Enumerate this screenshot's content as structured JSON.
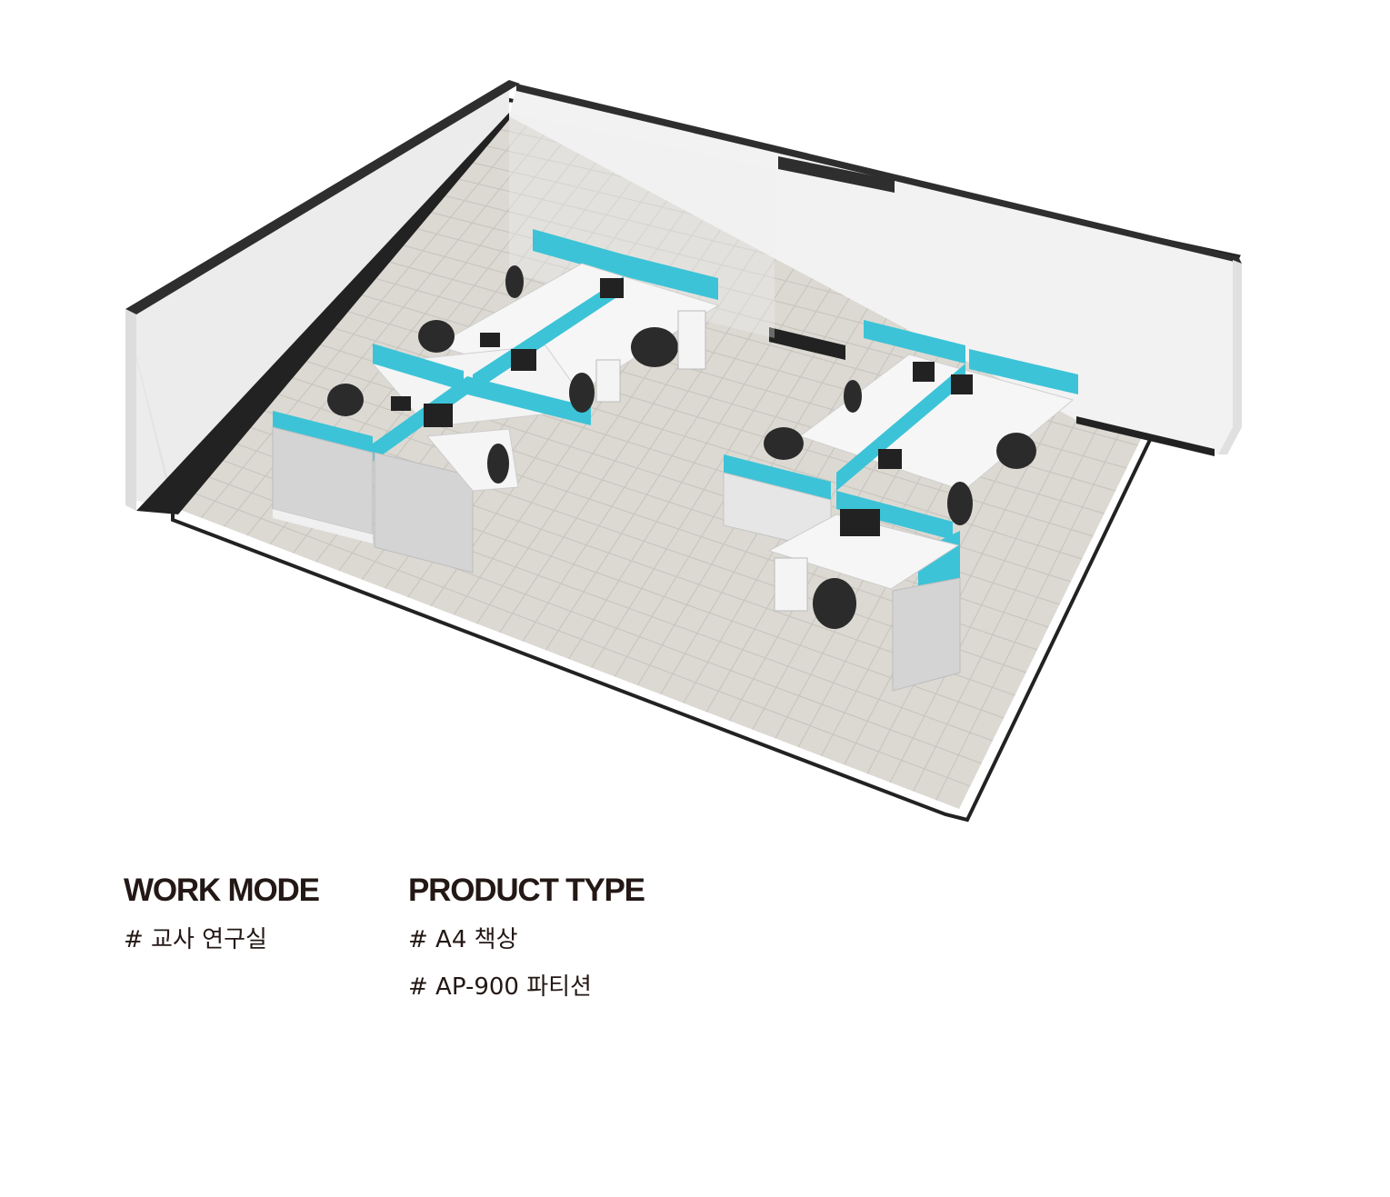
{
  "illustration": {
    "subject": "isometric office room with cubicle workstations",
    "colors": {
      "background": "#ffffff",
      "wall": "#eeeeee",
      "wall_top": "#333333",
      "floor": "#dcd9d3",
      "floor_grid": "#c9c6c0",
      "partition_accent": "#3cc3d7",
      "partition_panel": "#d6d6d6",
      "desk": "#f7f7f7",
      "chair": "#2b2b2b"
    }
  },
  "captions": {
    "work_mode": {
      "heading": "WORK MODE",
      "tags": [
        "# 교사 연구실"
      ]
    },
    "product_type": {
      "heading": "PRODUCT TYPE",
      "tags": [
        "# A4 책상",
        "# AP-900 파티션"
      ]
    },
    "text_color": "#231815"
  }
}
